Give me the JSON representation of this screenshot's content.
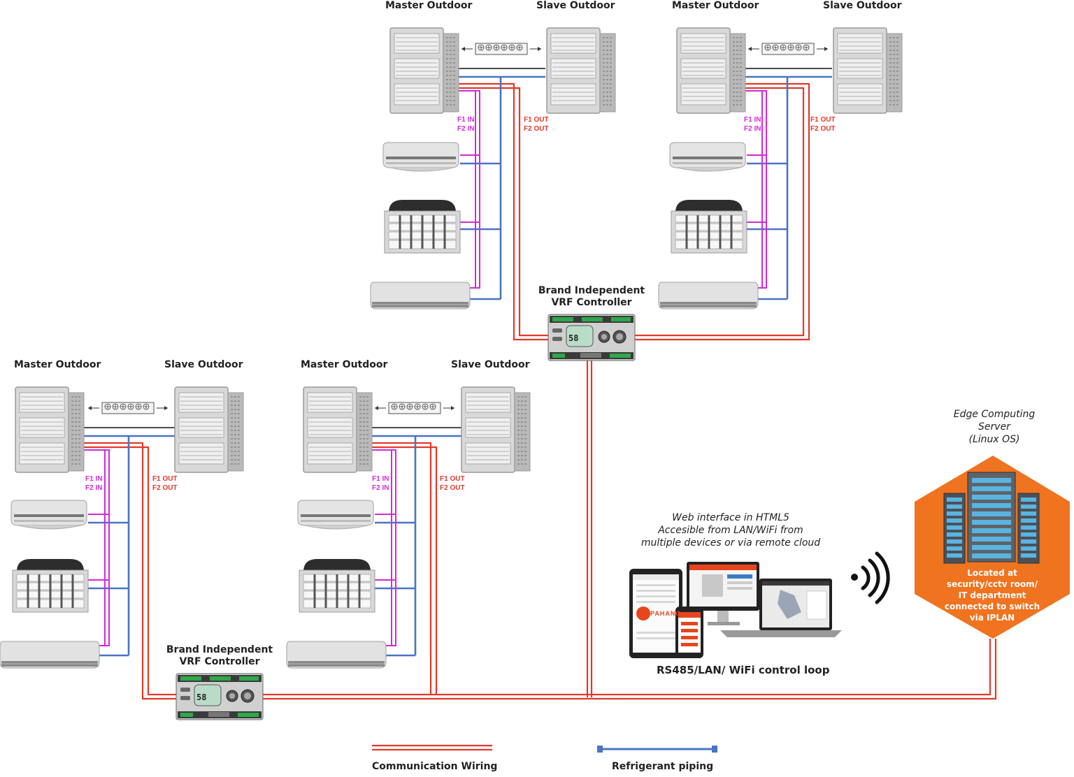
{
  "labels": {
    "master_outdoor": "Master Outdoor",
    "slave_outdoor": "Slave Outdoor",
    "f_in": [
      "F1 IN",
      "F2 IN"
    ],
    "f_out": [
      "F1 OUT",
      "F2 OUT"
    ]
  },
  "controller": {
    "title_line1": "Brand Independent",
    "title_line2": "VRF Controller",
    "display": "58"
  },
  "web_interface": {
    "line1": "Web interface in HTML5",
    "line2": "Accesible from LAN/WiFi from",
    "line3": "multiple devices or via remote cloud",
    "control_loop": "RS485/LAN/ WiFi control loop",
    "brand_on_screen": "PAHANO"
  },
  "server": {
    "title_line1": "Edge Computing",
    "title_line2": "Server",
    "title_line3": "(Linux OS)",
    "location_lines": [
      "Located at",
      "security/cctv room/",
      "IT department",
      "connected to switch",
      "via IPLAN"
    ]
  },
  "legend": {
    "communication": "Communication Wiring",
    "refrigerant": "Refrigerant piping"
  },
  "colors": {
    "communication_wire": "#e23a2a",
    "refrigerant_pipe": "#4a74c4",
    "f_wiring": "#d22ad6",
    "server_hexagon": "#f07320",
    "wifi": "#111111"
  },
  "icons": {
    "outdoor_unit": "vrf-outdoor-unit-icon",
    "wall_unit": "wall-mounted-ac-icon",
    "cassette_unit": "ceiling-cassette-icon",
    "controller": "vrf-controller-icon",
    "server": "server-rack-icon",
    "wifi": "wifi-signal-icon",
    "devices": "tablet-monitor-laptop-phone-icon"
  }
}
